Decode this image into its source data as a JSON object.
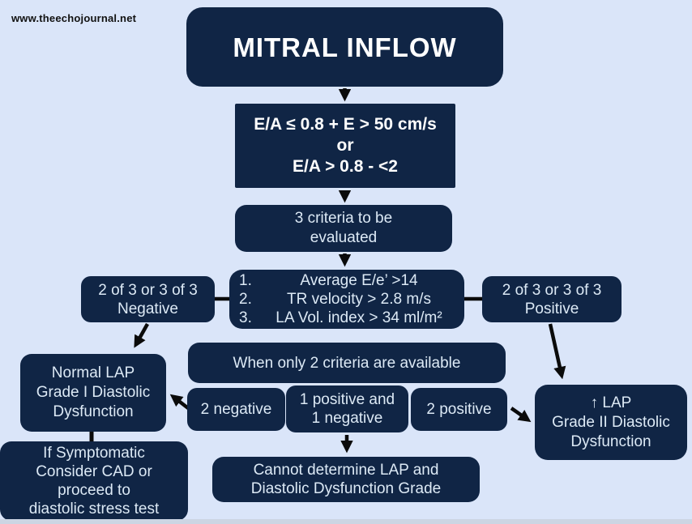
{
  "page": {
    "watermark": "www.theechojournal.net"
  },
  "colors": {
    "background": "#dae5f9",
    "box_fill": "#102545",
    "title_text": "#ffffff",
    "body_text": "#dce9f5",
    "arrow": "#0b0b0b",
    "bottom_strip": "#ccd5e3"
  },
  "flowchart": {
    "title": "MITRAL INFLOW",
    "ea_criteria": {
      "line1": "E/A ≤ 0.8 + E > 50 cm/s",
      "line2": "or",
      "line3": "E/A > 0.8 - <2"
    },
    "criteria_header": {
      "line1": "3 criteria to be",
      "line2": "evaluated"
    },
    "criteria_list": [
      {
        "num": "1.",
        "text": "Average E/e’ >14"
      },
      {
        "num": "2.",
        "text": "TR velocity > 2.8 m/s"
      },
      {
        "num": "3.",
        "text": "LA Vol. index > 34 ml/m²"
      }
    ],
    "negative_branch": {
      "line1": "2 of 3 or 3 of 3",
      "line2": "Negative"
    },
    "positive_branch": {
      "line1": "2 of 3 or 3 of 3",
      "line2": "Positive"
    },
    "normal_lap": {
      "line1": "Normal LAP",
      "line2": "Grade I Diastolic",
      "line3": "Dysfunction"
    },
    "symptomatic": {
      "line1": "If Symptomatic",
      "line2": "Consider CAD or",
      "line3": "proceed to",
      "line4": "diastolic stress test"
    },
    "when_only": "When only 2 criteria are available",
    "two_negative": "2 negative",
    "one_positive_one_negative": {
      "line1": "1 positive and",
      "line2": "1 negative"
    },
    "two_positive": "2 positive",
    "cannot_determine": {
      "line1": "Cannot determine LAP and",
      "line2": "Diastolic Dysfunction Grade"
    },
    "elevated_lap": {
      "line1": "↑ LAP",
      "line2": "Grade II Diastolic",
      "line3": "Dysfunction"
    }
  }
}
